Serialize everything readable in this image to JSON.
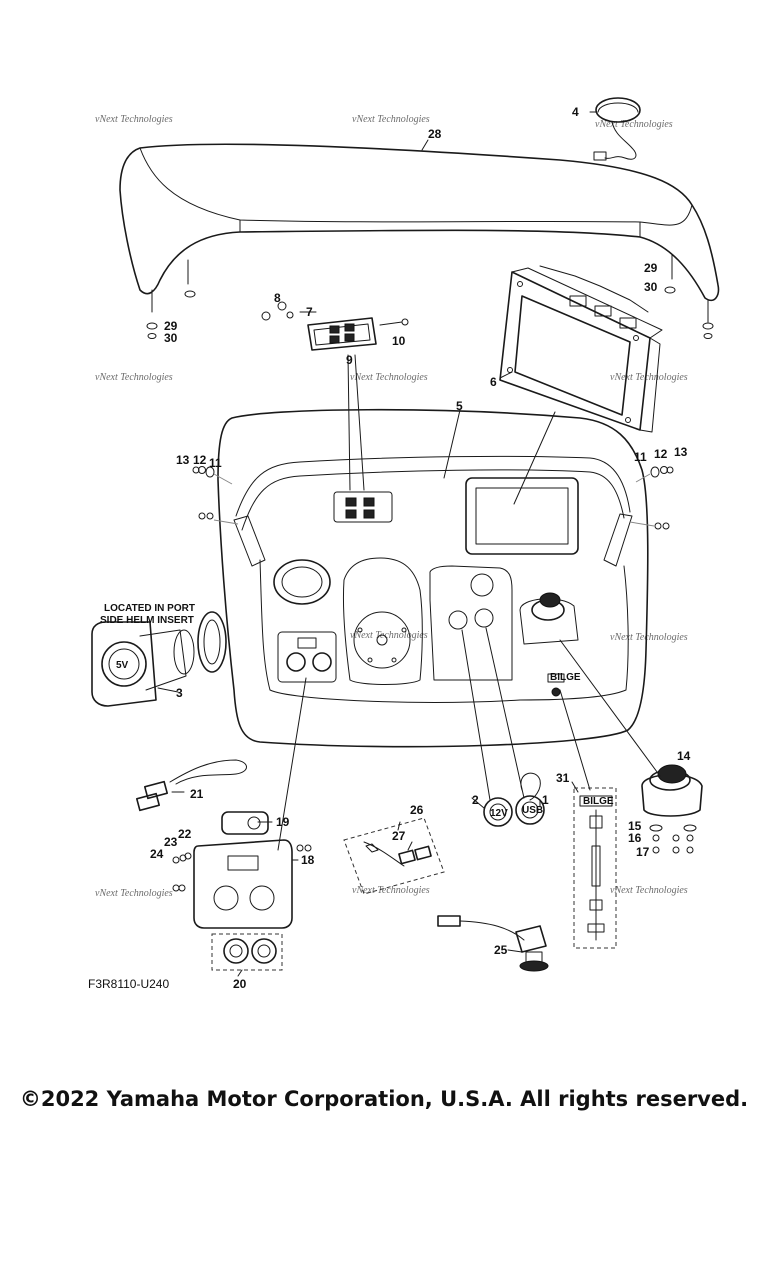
{
  "watermark": {
    "text": "vNext Technologies"
  },
  "callouts": {
    "c1": "1",
    "c2": "2",
    "c3": "3",
    "c4": "4",
    "c5": "5",
    "c6": "6",
    "c7": "7",
    "c8": "8",
    "c9": "9",
    "c10": "10",
    "c11": "11",
    "c12": "12",
    "c13": "13",
    "c14": "14",
    "c15": "15",
    "c16": "16",
    "c17": "17",
    "c18": "18",
    "c19": "19",
    "c20": "20",
    "c21": "21",
    "c22": "22",
    "c23": "23",
    "c24": "24",
    "c25": "25",
    "c26": "26",
    "c27": "27",
    "c28": "28",
    "c29": "29",
    "c30": "30",
    "c31": "31"
  },
  "note": {
    "line1": "LOCATED IN PORT",
    "line2": "SIDE HELM INSERT"
  },
  "labels": {
    "bilge": "BILGE",
    "bilge_small": "BILGE",
    "v12": "12V",
    "v5": "5V",
    "usb": "USB"
  },
  "drawing_code": "F3R8110-U240",
  "copyright": "©2022 Yamaha Motor Corporation, U.S.A. All rights reserved."
}
